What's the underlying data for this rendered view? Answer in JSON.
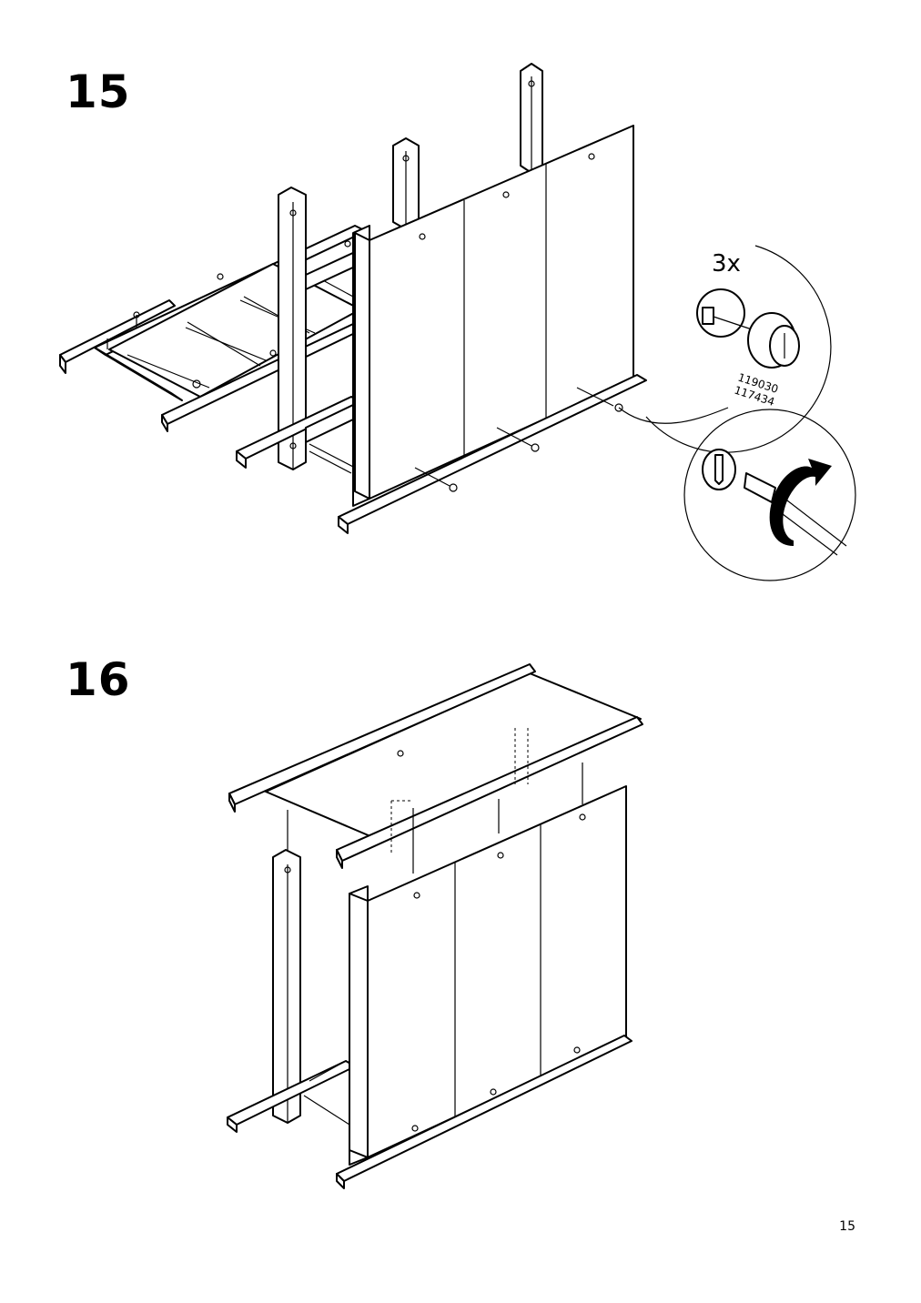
{
  "steps": [
    {
      "number": "15"
    },
    {
      "number": "16"
    }
  ],
  "step15": {
    "quantity": "3x",
    "part_numbers": [
      "119030",
      "117434"
    ],
    "icons": [
      "cam-lock-icon",
      "screwdriver-turn-icon",
      "rotate-clockwise-arrow-icon"
    ]
  },
  "step16": {
    "icons": [
      "down-arrow-icon"
    ]
  },
  "page": {
    "number": "15"
  }
}
